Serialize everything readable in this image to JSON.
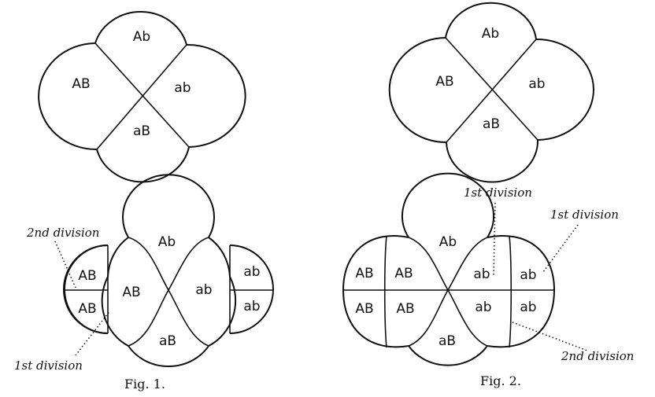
{
  "top_left": {
    "cells": {
      "top": "Ab",
      "left": "AB",
      "right": "ab",
      "bottom": "aB"
    }
  },
  "top_right": {
    "cells": {
      "top": "Ab",
      "left": "AB",
      "right": "ab",
      "bottom": "aB"
    }
  },
  "fig1": {
    "cells": {
      "top": "Ab",
      "bottom": "aB",
      "left_lobe": "AB",
      "right_lobe": "ab",
      "outer_left_upper": "AB",
      "outer_left_lower": "AB",
      "outer_right_upper": "ab",
      "outer_right_lower": "ab"
    },
    "note_second_division": "2nd division",
    "note_first_division": "1st division",
    "caption": "Fig. 1."
  },
  "fig2": {
    "cells": {
      "top": "Ab",
      "bottom": "aB",
      "left_outer_upper": "AB",
      "left_inner_upper": "AB",
      "left_outer_lower": "AB",
      "left_inner_lower": "AB",
      "right_inner_upper": "ab",
      "right_outer_upper": "ab",
      "right_inner_lower": "ab",
      "right_outer_lower": "ab"
    },
    "note_first_division_a": "1st division",
    "note_first_division_b": "1st division",
    "note_second_division": "2nd division",
    "caption": "Fig. 2."
  }
}
